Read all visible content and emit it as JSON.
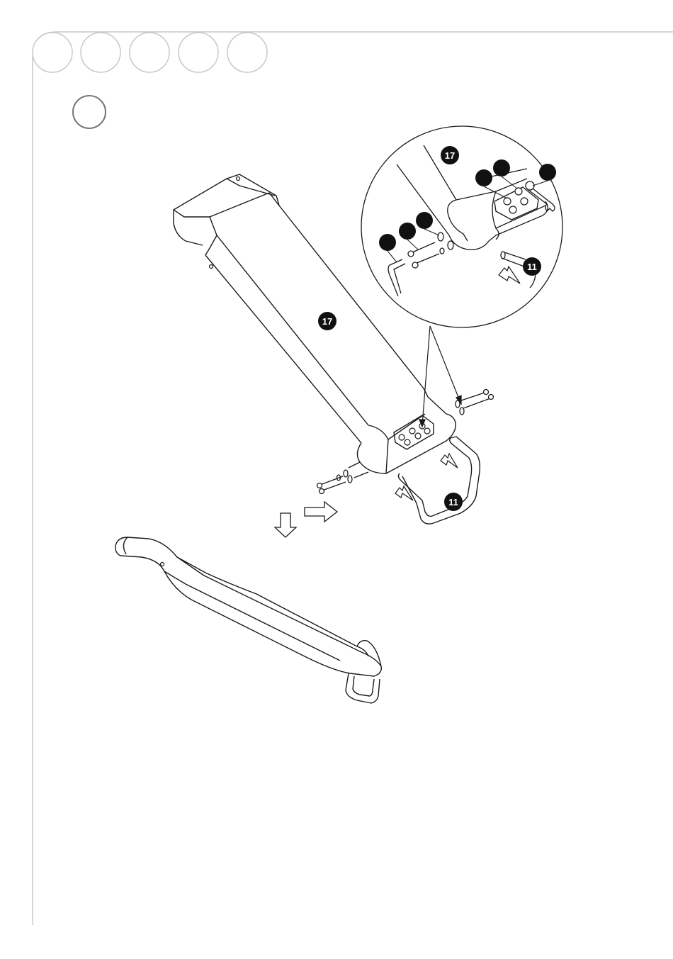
{
  "page": {
    "background": "#ffffff",
    "frame_color": "#c8c8c8",
    "step_circles": [
      "",
      "",
      "",
      "",
      ""
    ],
    "step_number": ""
  },
  "callouts": {
    "main_body": "17",
    "detail_body": "17",
    "detail_handle": "11",
    "main_handle": "11",
    "detail_hw_1": "",
    "detail_hw_2": "",
    "detail_hw_3": "",
    "detail_hw_4": "",
    "detail_hw_5": "",
    "detail_hw_6": ""
  },
  "colors": {
    "line": "#1a1a1a",
    "callout_fill": "#111111",
    "callout_text": "#ffffff"
  }
}
